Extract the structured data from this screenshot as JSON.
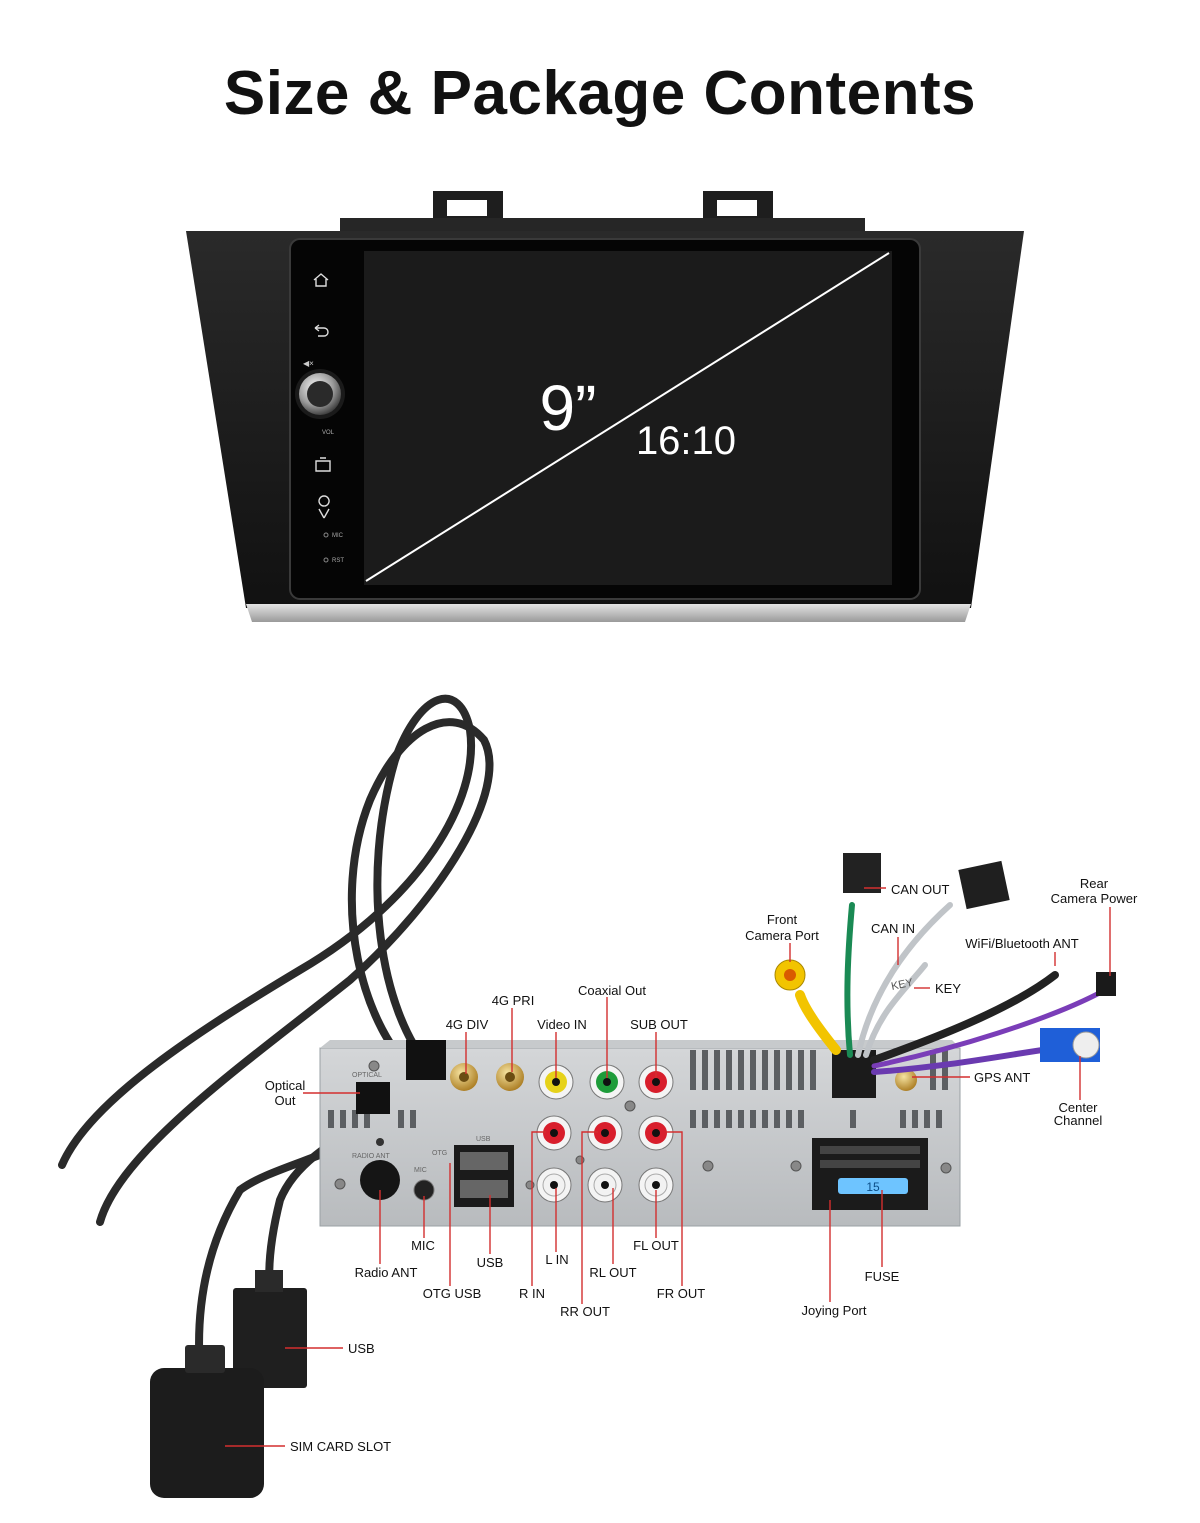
{
  "header": {
    "title": "Size & Package Contents"
  },
  "screen": {
    "size": "9”",
    "ratio": "16:10",
    "knob_label": "VOL",
    "mic_label": "MIC",
    "rst_label": "RST"
  },
  "unit_labels": {
    "optical_silk": "OPTICAL",
    "usb_silk": "USB",
    "otg_silk": "OTG",
    "mic_silk": "MIC",
    "radio_silk": "RADIO ANT",
    "fuse_value": "15",
    "key_tag": "KEY"
  },
  "ports": {
    "optical_out": [
      "Optical",
      "Out"
    ],
    "radio_ant": "Radio ANT",
    "mic": "MIC",
    "otg_usb": "OTG USB",
    "usb": "USB",
    "r_in": "R IN",
    "l_in": "L IN",
    "rr_out": "RR OUT",
    "rl_out": "RL OUT",
    "fl_out": "FL OUT",
    "fr_out": "FR OUT",
    "four_g_div": "4G DIV",
    "four_g_pri": "4G PRI",
    "video_in": "Video IN",
    "coaxial_out": "Coaxial Out",
    "sub_out": "SUB OUT",
    "front_camera_port": [
      "Front",
      "Camera Port"
    ],
    "can_out": "CAN OUT",
    "can_in": "CAN IN",
    "key": "KEY",
    "wifi_bt_ant": "WiFi/Bluetooth ANT",
    "rear_camera_power": [
      "Rear",
      "Camera Power"
    ],
    "gps_ant": "GPS ANT",
    "center_channel": [
      "Center",
      "Channel"
    ],
    "fuse": "FUSE",
    "joying_port": "Joying Port",
    "usb_cable": "USB",
    "sim_card_slot": "SIM CARD SLOT"
  },
  "colors": {
    "leader": "#d32f2f",
    "video": "#e6d21a",
    "coaxial": "#1e9c3a",
    "audio_r": "#d81e2c",
    "camera": "#f2c400",
    "usb_blue": "#1f5fd8"
  }
}
